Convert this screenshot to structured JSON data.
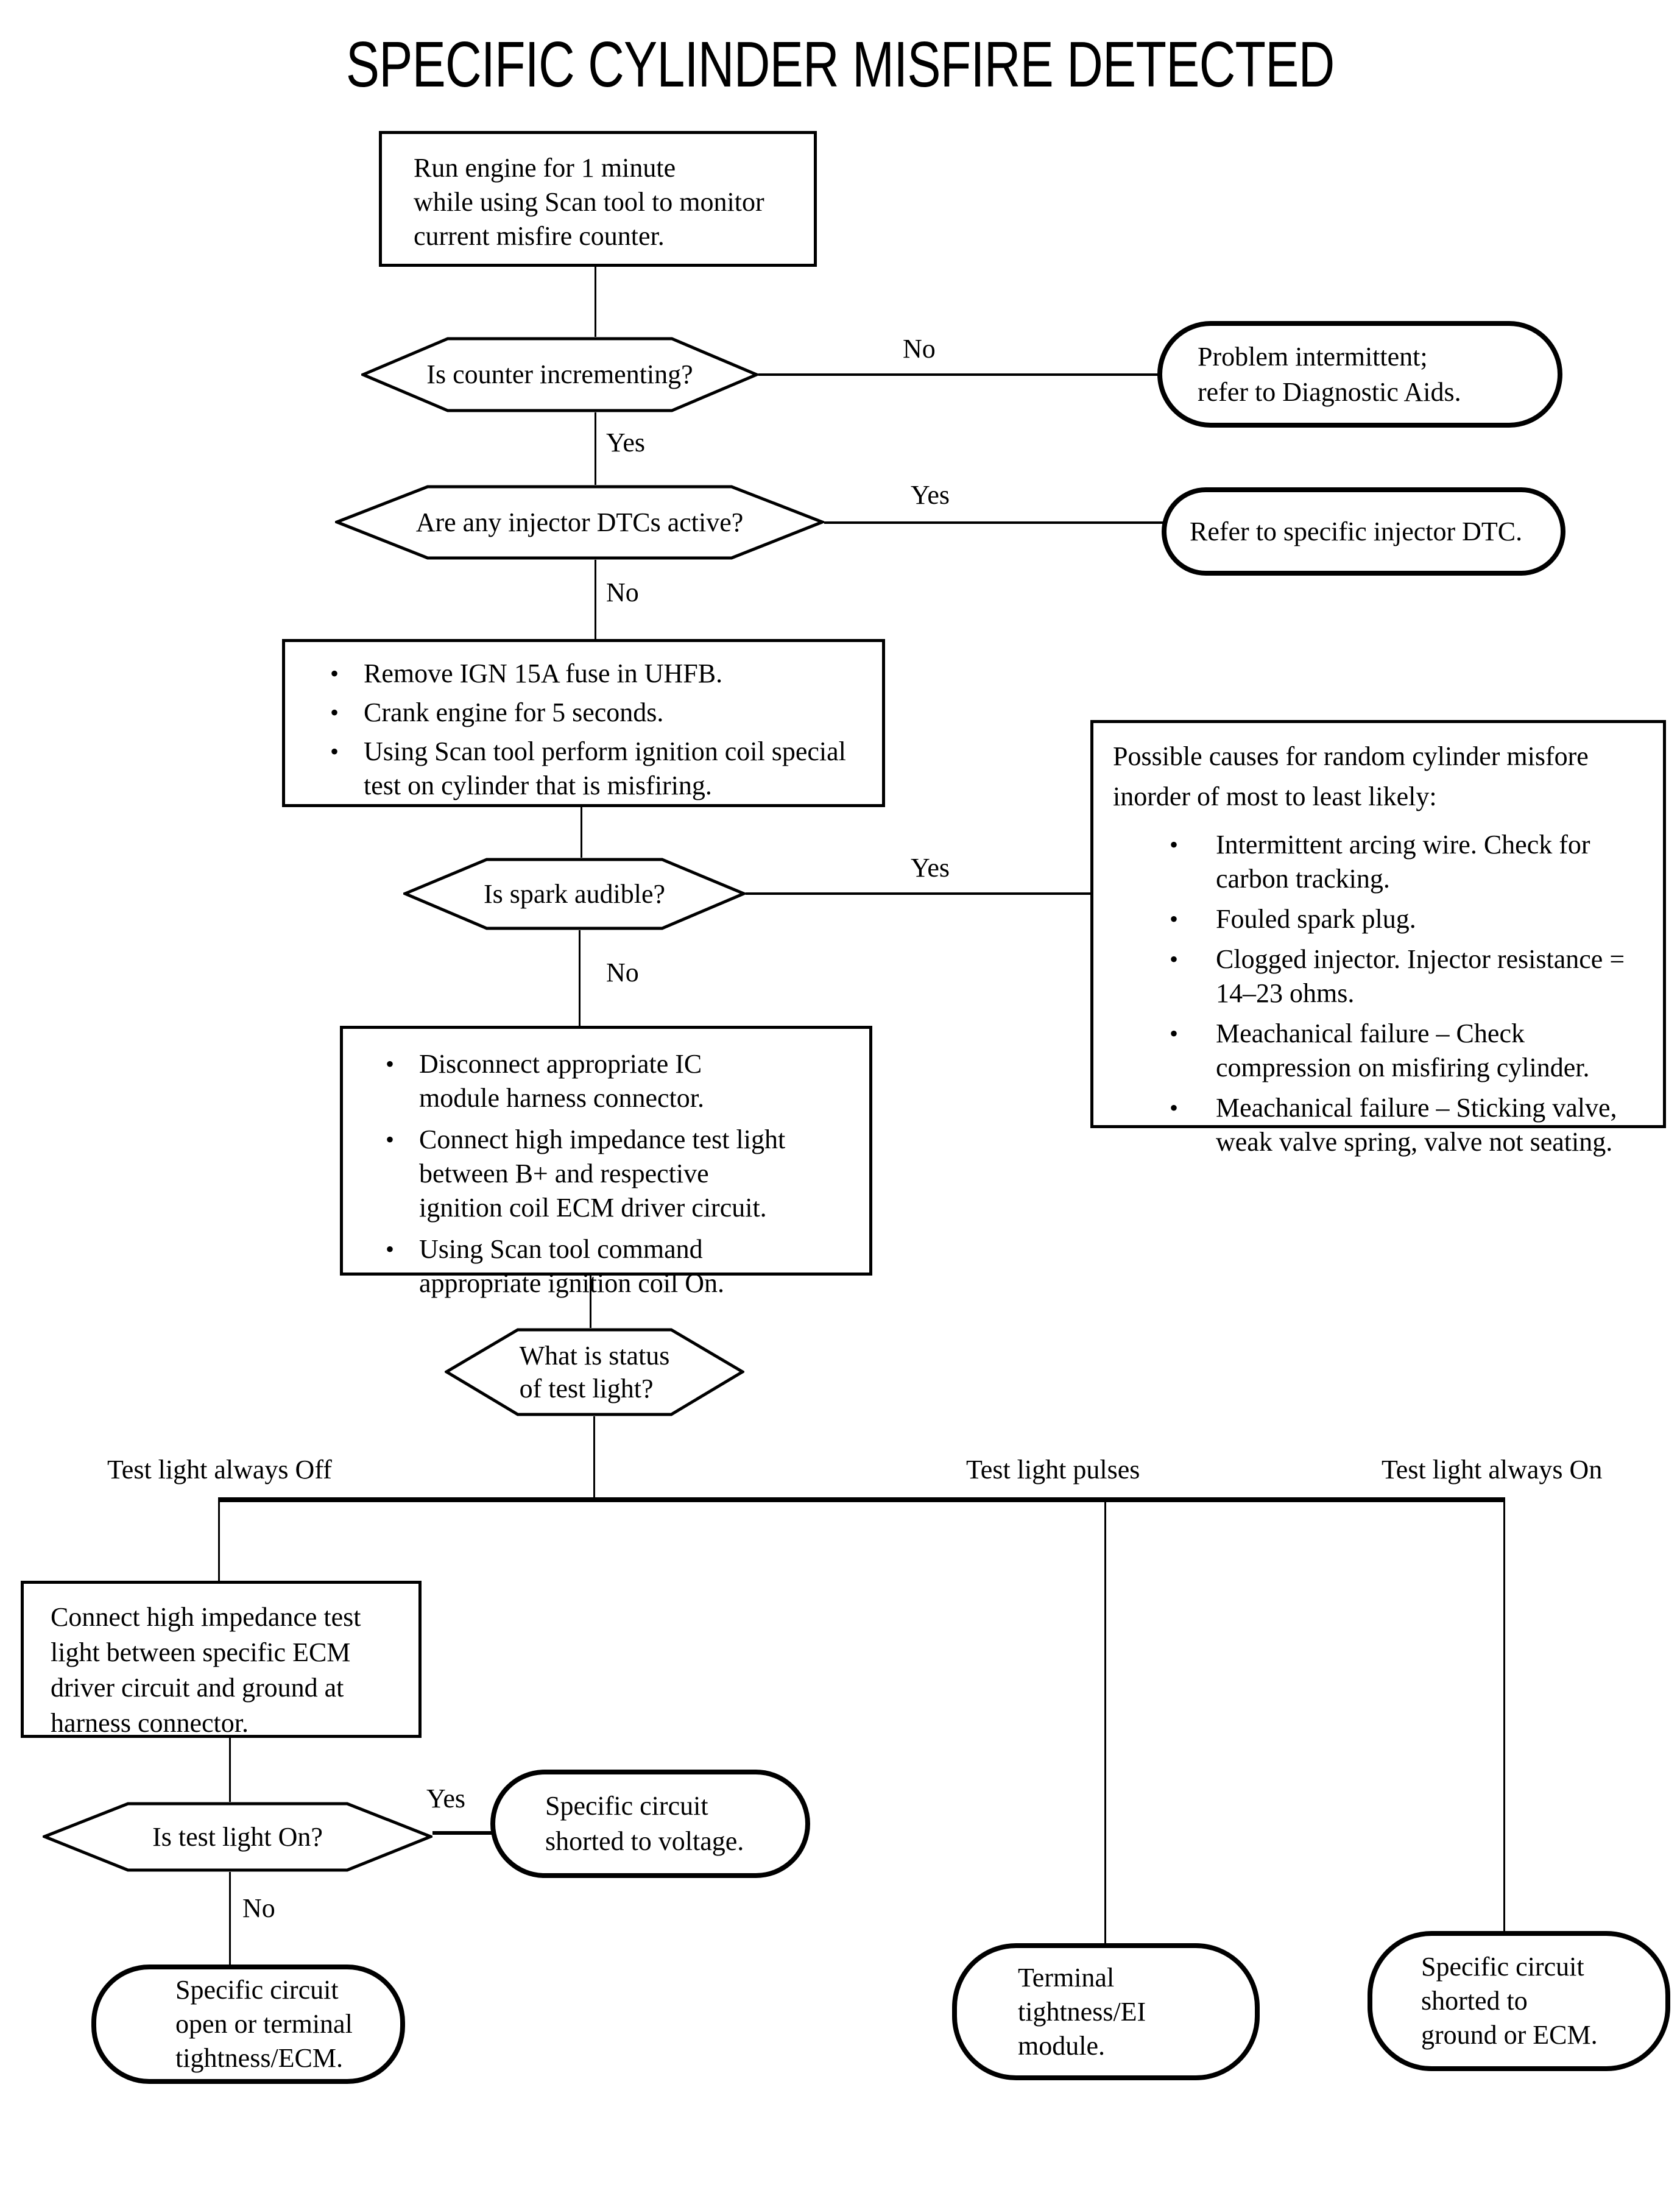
{
  "title": "SPECIFIC CYLINDER MISFIRE DETECTED",
  "nodes": {
    "start": {
      "text": "Run engine for 1 minute\nwhile using Scan tool to monitor\ncurrent misfire counter."
    },
    "q_counter": {
      "text": "Is counter incrementing?"
    },
    "end_intermittent": {
      "text": "Problem intermittent;\nrefer to Diagnostic Aids."
    },
    "q_injector": {
      "text": "Are any injector DTCs active?"
    },
    "end_injector": {
      "text": "Refer to specific injector DTC."
    },
    "scan_test": {
      "items": [
        "Remove IGN 15A fuse in UHFB.",
        "Crank engine for 5 seconds.",
        "Using Scan tool perform ignition coil special\ntest on cylinder that is misfiring."
      ]
    },
    "q_spark": {
      "text": "Is spark audible?"
    },
    "possible_causes": {
      "heading": "Possible causes for random cylinder misfore\ninorder of most to least likely:",
      "items": [
        "Intermittent arcing wire. Check for\ncarbon tracking.",
        "Fouled spark plug.",
        "Clogged injector. Injector resistance =\n14–23 ohms.",
        "Meachanical failure – Check\ncompression on misfiring cylinder.",
        "Meachanical failure – Sticking valve,\nweak valve spring, valve not seating."
      ]
    },
    "ic_module": {
      "items": [
        "Disconnect appropriate IC\nmodule harness connector.",
        "Connect high impedance test light\nbetween B+ and respective\nignition coil ECM driver circuit.",
        "Using Scan tool command\nappropriate ignition coil On."
      ]
    },
    "q_status": {
      "text": "What is status\nof test light?"
    },
    "connect_ground": {
      "text": "Connect high impedance test\nlight between specific ECM\ndriver circuit and ground at\nharness connector."
    },
    "q_light_on": {
      "text": "Is test light On?"
    },
    "end_short_voltage": {
      "text": "Specific circuit\nshorted to voltage."
    },
    "end_open": {
      "text": "Specific circuit\nopen or terminal\ntightness/ECM."
    },
    "end_terminal": {
      "text": "Terminal\ntightness/EI\nmodule."
    },
    "end_short_ground": {
      "text": "Specific circuit\nshorted to\nground or ECM."
    }
  },
  "edge_labels": {
    "no1": "No",
    "yes1": "Yes",
    "yes2": "Yes",
    "no2": "No",
    "yes3": "Yes",
    "no3": "No",
    "off": "Test light always Off",
    "pulses": "Test light pulses",
    "on": "Test light always On",
    "yes4": "Yes",
    "no4": "No"
  },
  "colors": {
    "line": "#000000",
    "background": "#ffffff"
  }
}
